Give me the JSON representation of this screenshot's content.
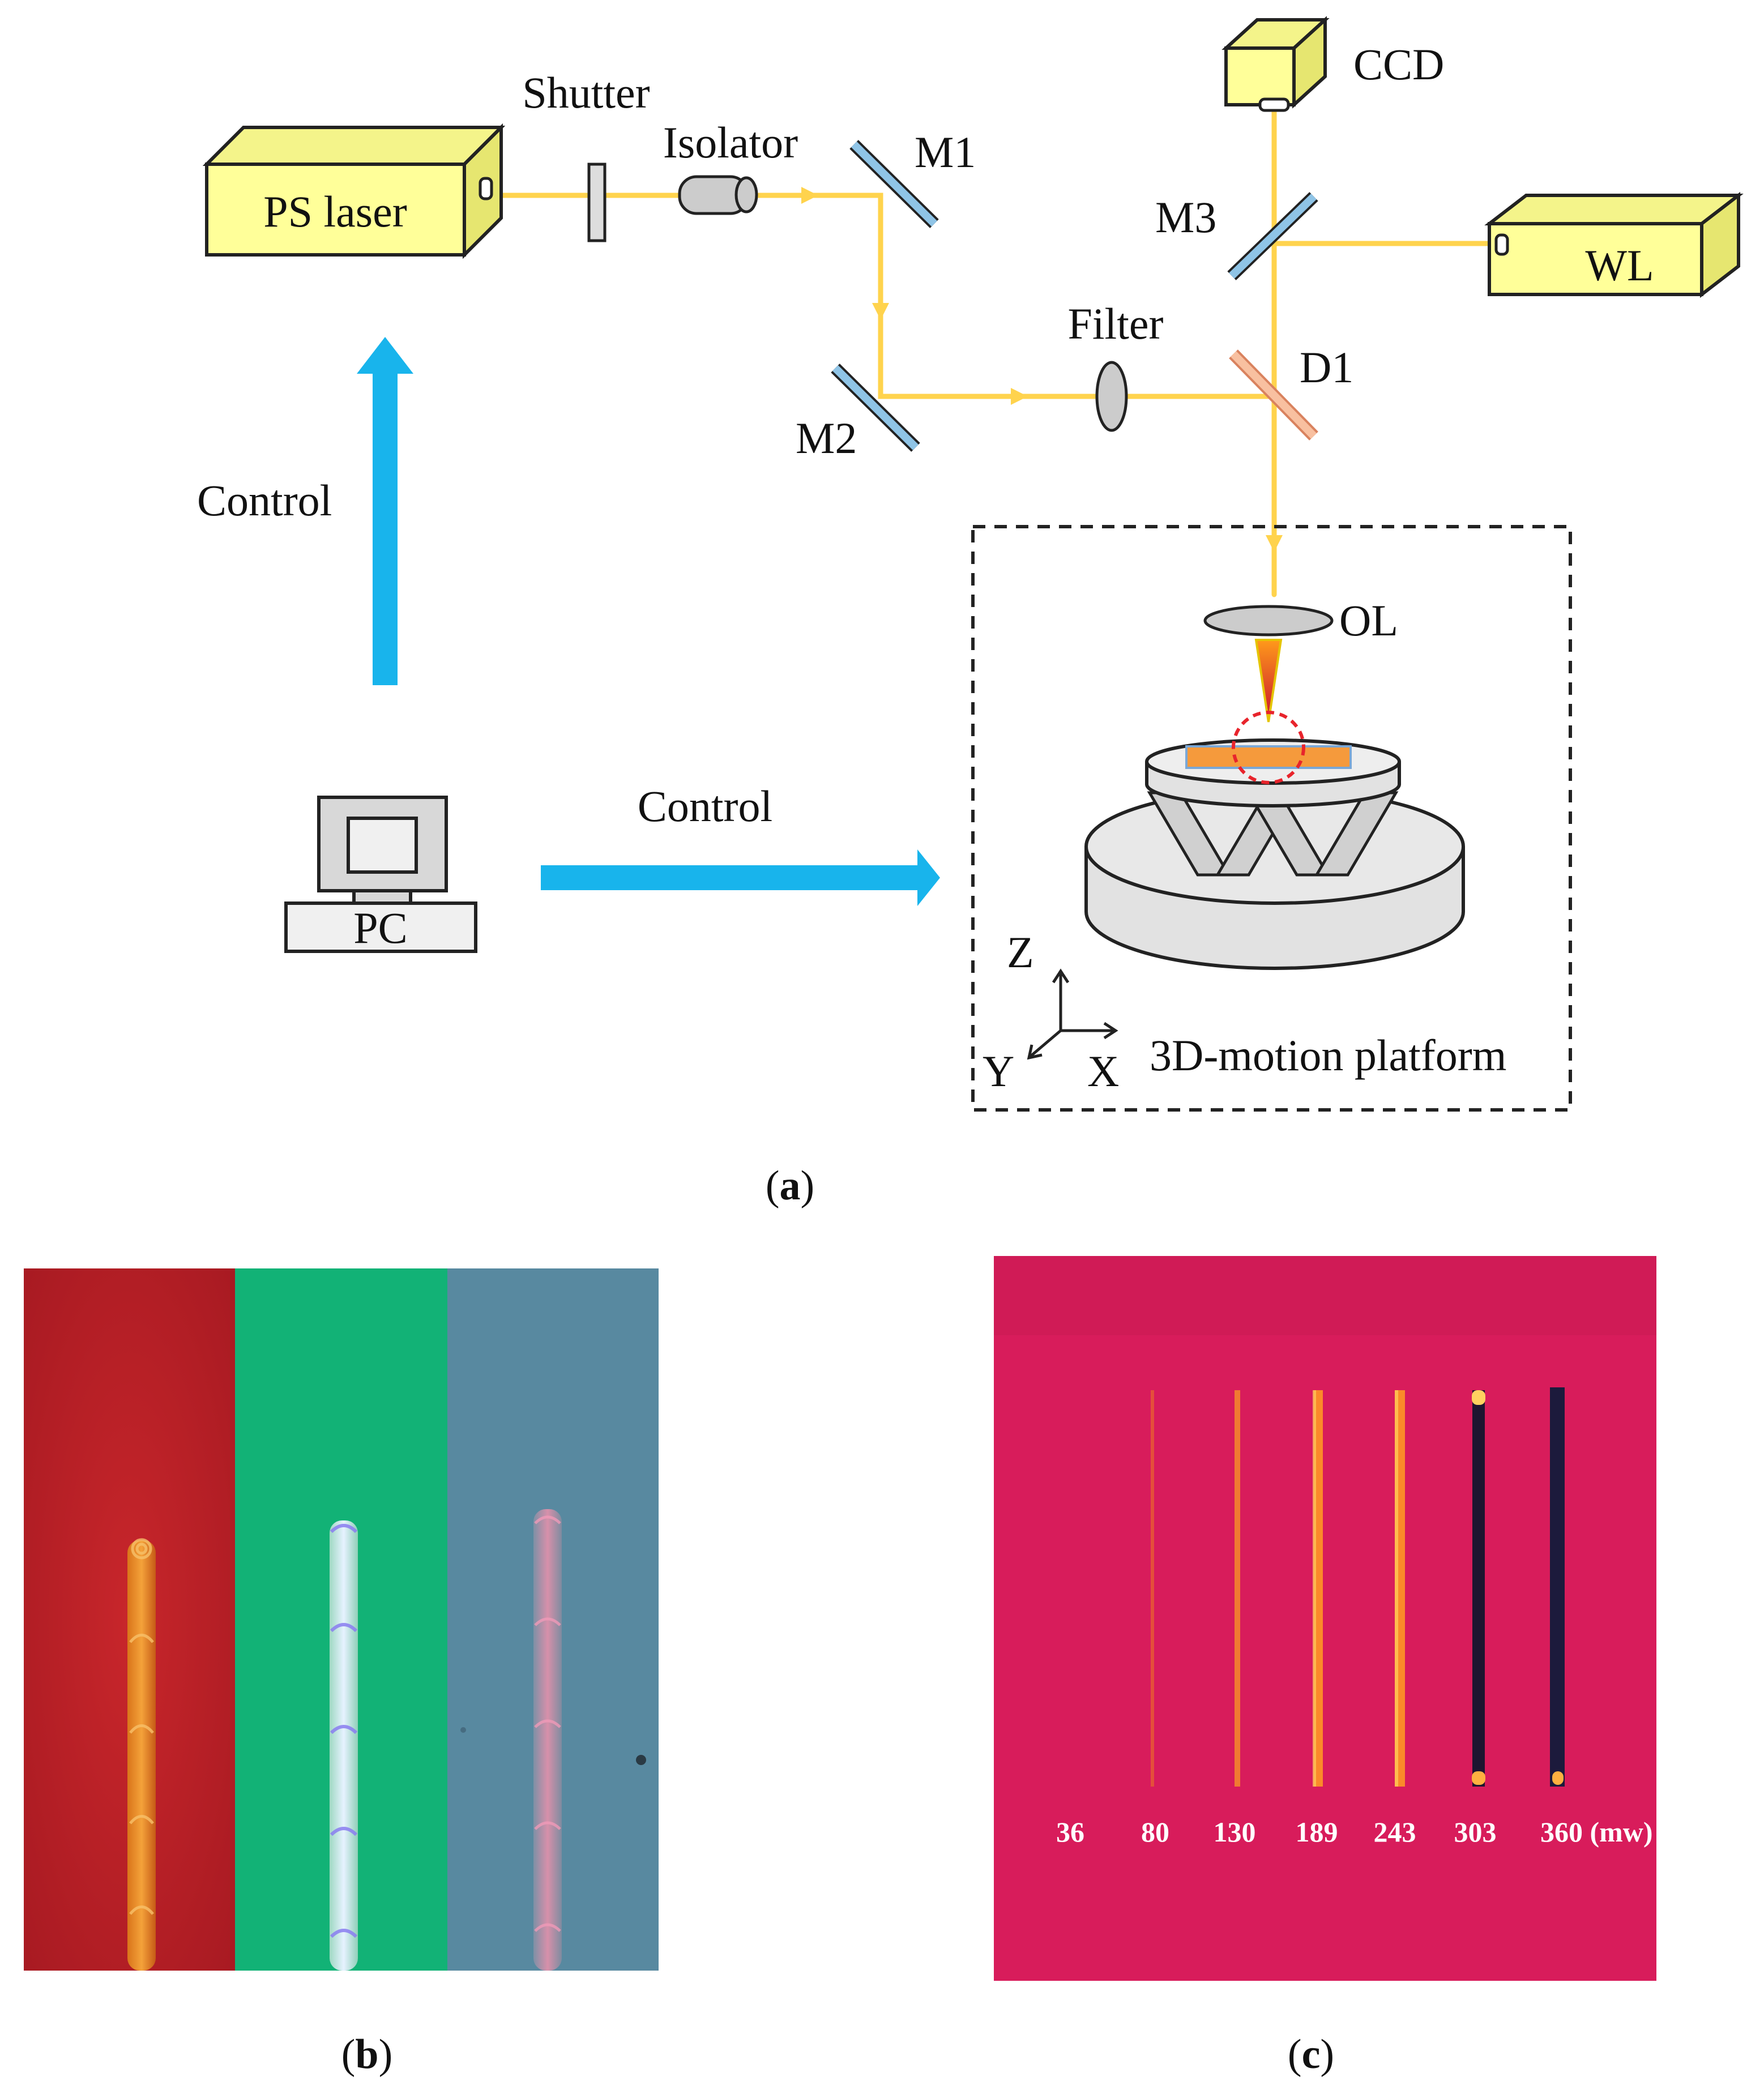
{
  "labels": {
    "ps_laser": "PS laser",
    "shutter": "Shutter",
    "isolator": "Isolator",
    "m1": "M1",
    "m2": "M2",
    "m3": "M3",
    "ccd": "CCD",
    "wl": "WL",
    "filter": "Filter",
    "d1": "D1",
    "ol": "OL",
    "control_vertical": "Control",
    "control_horizontal": "Control",
    "pc": "PC",
    "axis_z": "Z",
    "axis_y": "Y",
    "axis_x": "X",
    "platform": "3D-motion platform"
  },
  "captions": {
    "a_open": "(",
    "a_letter": "a",
    "a_close": ")",
    "b_open": "(",
    "b_letter": "b",
    "b_close": ")",
    "c_open": "(",
    "c_letter": "c",
    "c_close": ")"
  },
  "power_labels": [
    "36",
    "80",
    "130",
    "189",
    "243",
    "303",
    "360 (mw)"
  ],
  "colors": {
    "component_fill": "#ffff99",
    "beam": "#ffd34d",
    "control_arrow": "#18b4ec",
    "mirror": "#6fa9d4",
    "dichroic": "#f4a07a",
    "sample": "#f59a3c",
    "focus_circle": "#e8242c",
    "panel_b_red": "#bd1f27",
    "panel_b_green": "#12b276",
    "panel_b_blue": "#5889a0",
    "panel_c_bg": "#d81c5b"
  }
}
